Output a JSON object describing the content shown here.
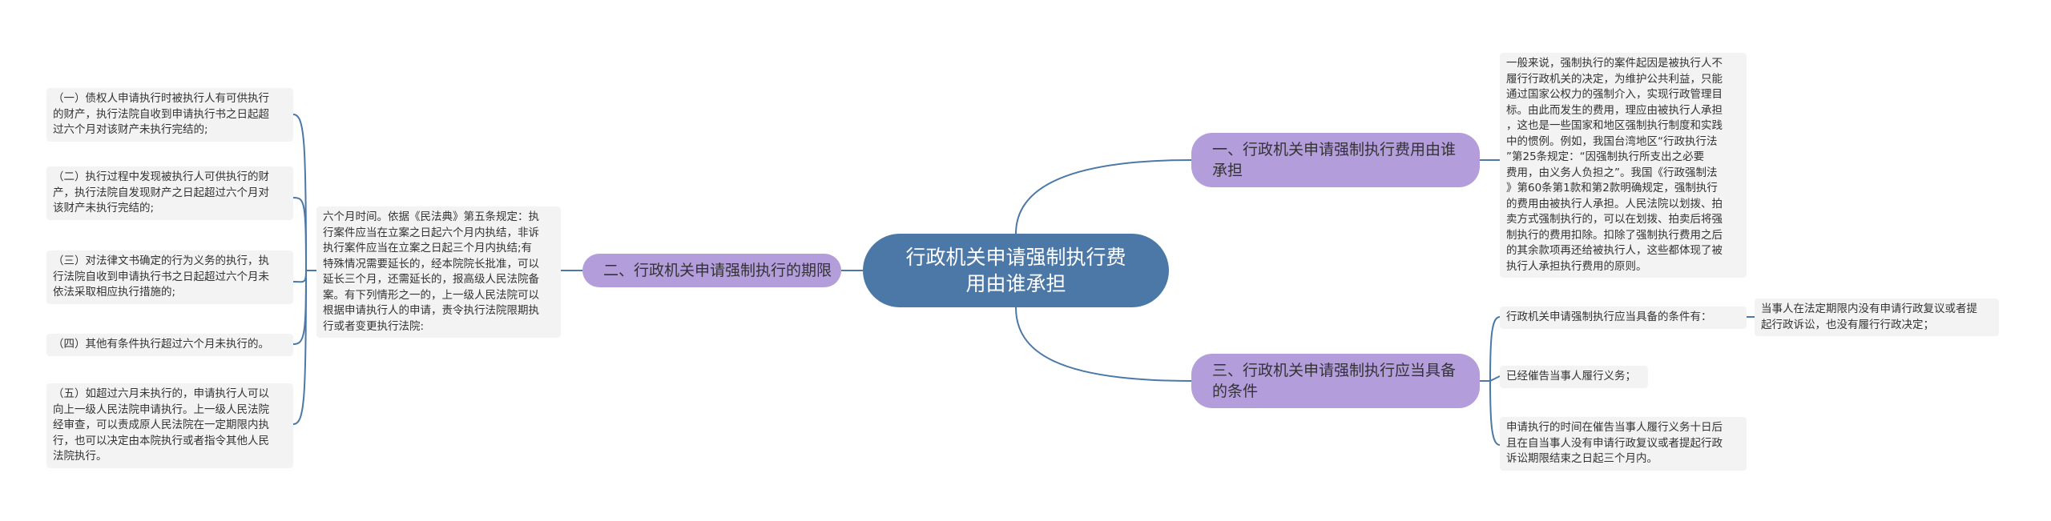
{
  "root": {
    "label": "行政机关申请强制执行费用由谁承担"
  },
  "branches": [
    {
      "label": "一、行政机关申请强制执行费用由谁承担"
    },
    {
      "label": "二、行政机关申请强制执行的期限"
    },
    {
      "label": "三、行政机关申请强制执行应当具备的条件"
    }
  ],
  "b1_text": "一般来说，强制执行的案件起因是被执行人不\n履行行政机关的决定，为维护公共利益，只能\n通过国家公权力的强制介入，实现行政管理目\n标。由此而发生的费用，理应由被执行人承担\n，这也是一些国家和地区强制执行制度和实践\n中的惯例。例如，我国台湾地区“行政执行法\n”第25条规定：“因强制执行所支出之必要\n费用，由义务人负担之”。我国《行政强制法\n》第60条第1款和第2款明确规定，强制执行\n的费用由被执行人承担。人民法院以划拨、拍\n卖方式强制执行的，可以在划拨、拍卖后将强\n制执行的费用扣除。扣除了强制执行费用之后\n的其余款项再还给被执行人，这些都体现了被\n执行人承担执行费用的原则。",
  "b2_text": "六个月时间。依据《民法典》第五条规定：执\n行案件应当在立案之日起六个月内执结，非诉\n执行案件应当在立案之日起三个月内执结;有\n特殊情况需要延长的，经本院院长批准，可以\n延长三个月，还需延长的，报高级人民法院备\n案。有下列情形之一的，上一级人民法院可以\n根据申请执行人的申请，责令执行法院限期执\n行或者变更执行法院:",
  "b2_items": [
    "（一）债权人申请执行时被执行人有可供执行\n的财产，执行法院自收到申请执行书之日起超\n过六个月对该财产未执行完结的;",
    "（二）执行过程中发现被执行人可供执行的财\n产，执行法院自发现财产之日起超过六个月对\n该财产未执行完结的;",
    "（三）对法律文书确定的行为义务的执行，执\n行法院自收到申请执行书之日起超过六个月未\n依法采取相应执行措施的;",
    "（四）其他有条件执行超过六个月未执行的。",
    "（五）如超过六月未执行的，申请执行人可以\n向上一级人民法院申请执行。上一级人民法院\n经审查，可以责成原人民法院在一定期限内执\n行，也可以决定由本院执行或者指令其他人民\n法院执行。"
  ],
  "b3_items": [
    "行政机关申请强制执行应当具备的条件有：",
    "已经催告当事人履行义务；",
    "申请执行的时间在催告当事人履行义务十日后\n且在自当事人没有申请行政复议或者提起行政\n诉讼期限结束之日起三个月内。"
  ],
  "b3_sub": "当事人在法定期限内没有申请行政复议或者提\n起行政诉讼，也没有履行行政决定；",
  "colors": {
    "root": "#4c78a8",
    "branch": "#b39ddb",
    "leaf_bg": "#f3f3f3",
    "line": "#4c78a8"
  }
}
